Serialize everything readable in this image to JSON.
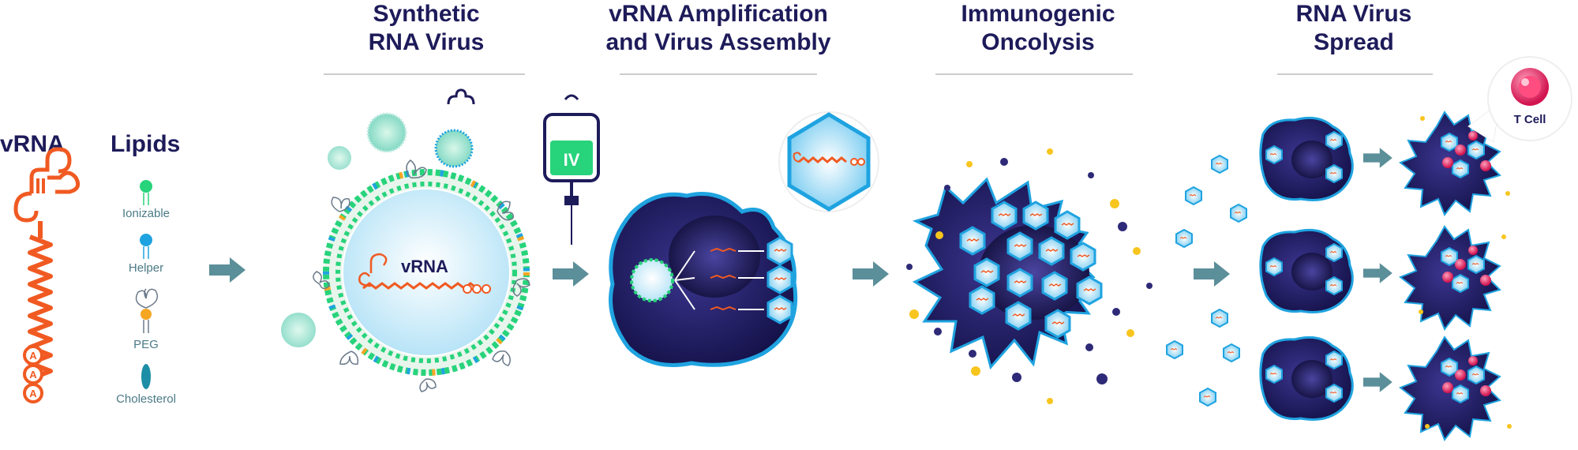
{
  "headers": {
    "h1_line1": "Synthetic",
    "h1_line2": "RNA Virus",
    "h2_line1": "vRNA Amplification",
    "h2_line2": "and Virus Assembly",
    "h3_line1": "Immunogenic",
    "h3_line2": "Oncolysis",
    "h4_line1": "RNA Virus",
    "h4_line2": "Spread"
  },
  "components": {
    "vrna_title": "vRNA",
    "lipids_title": "Lipids",
    "lipid_types": [
      "Ionizable",
      "Helper",
      "PEG",
      "Cholesterol"
    ],
    "polya": [
      "A",
      "A",
      "A"
    ]
  },
  "labels": {
    "lnp_cargo": "vRNA",
    "iv_bag": "IV",
    "t_cell": "T Cell"
  },
  "colors": {
    "navy": "#1e1b5a",
    "orange": "#f05a22",
    "green": "#27d37b",
    "cyan": "#1fa3e0",
    "teal_arrow": "#5b8f99",
    "yellow": "#f7c51e",
    "pink": "#e0245e"
  }
}
